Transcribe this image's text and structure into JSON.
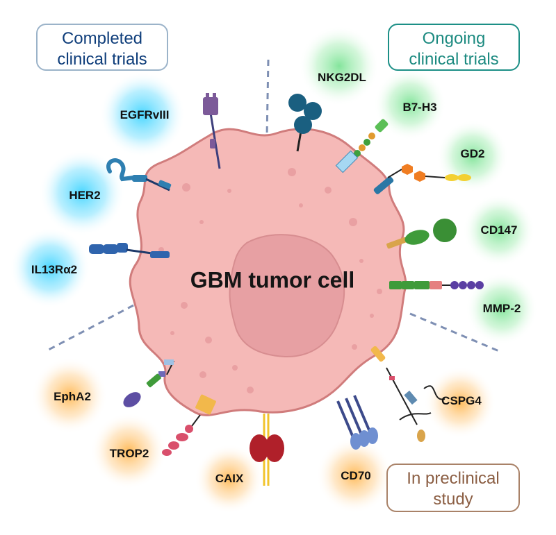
{
  "cell_label": "GBM tumor cell",
  "categories": {
    "completed": "Completed\nclinical trials",
    "ongoing": "Ongoing\nclinical trials",
    "preclinical": "In preclinical\nstudy"
  },
  "antigens": {
    "completed": [
      "EGFRvIII",
      "HER2",
      "IL13Rα2"
    ],
    "ongoing": [
      "NKG2DL",
      "B7-H3",
      "GD2",
      "CD147",
      "MMP-2"
    ],
    "preclinical": [
      "EphA2",
      "TROP2",
      "CAIX",
      "CD70",
      "CSPG4"
    ]
  },
  "colors": {
    "completed_glow": "#3fd4ff",
    "ongoing_glow": "#6ee08a",
    "preclinical_glow": "#ffb347",
    "cell_fill": "#f5b9b7",
    "cell_edge": "#d07c7c",
    "nucleus_fill": "#e7a0a3",
    "divider": "#7e8fb3"
  }
}
